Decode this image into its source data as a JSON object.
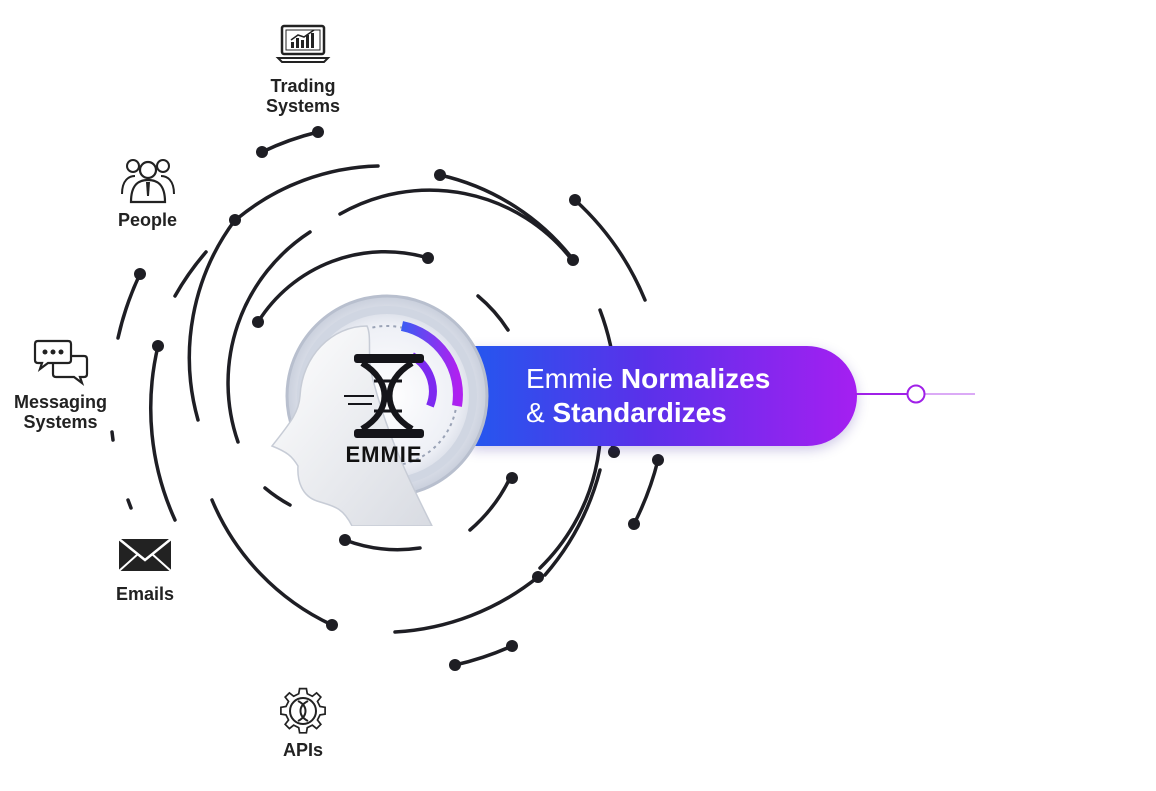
{
  "sources": {
    "trading": {
      "label": "Trading\nSystems",
      "icon": "trading-chart-icon"
    },
    "people": {
      "label": "People",
      "icon": "people-group-icon"
    },
    "messaging": {
      "label": "Messaging\nSystems",
      "icon": "chat-bubbles-icon"
    },
    "emails": {
      "label": "Emails",
      "icon": "envelope-icon"
    },
    "apis": {
      "label": "APIs",
      "icon": "gear-api-icon"
    }
  },
  "banner": {
    "prefix1": "Emmie ",
    "bold1": "Normalizes",
    "prefix2": "& ",
    "bold2": "Standardizes"
  },
  "brand": {
    "name": "EMMIE"
  },
  "colors": {
    "ring": "#1e1e24",
    "gradient_start": "#2457ee",
    "gradient_end": "#a51ff1",
    "connector": "#a020e8"
  }
}
